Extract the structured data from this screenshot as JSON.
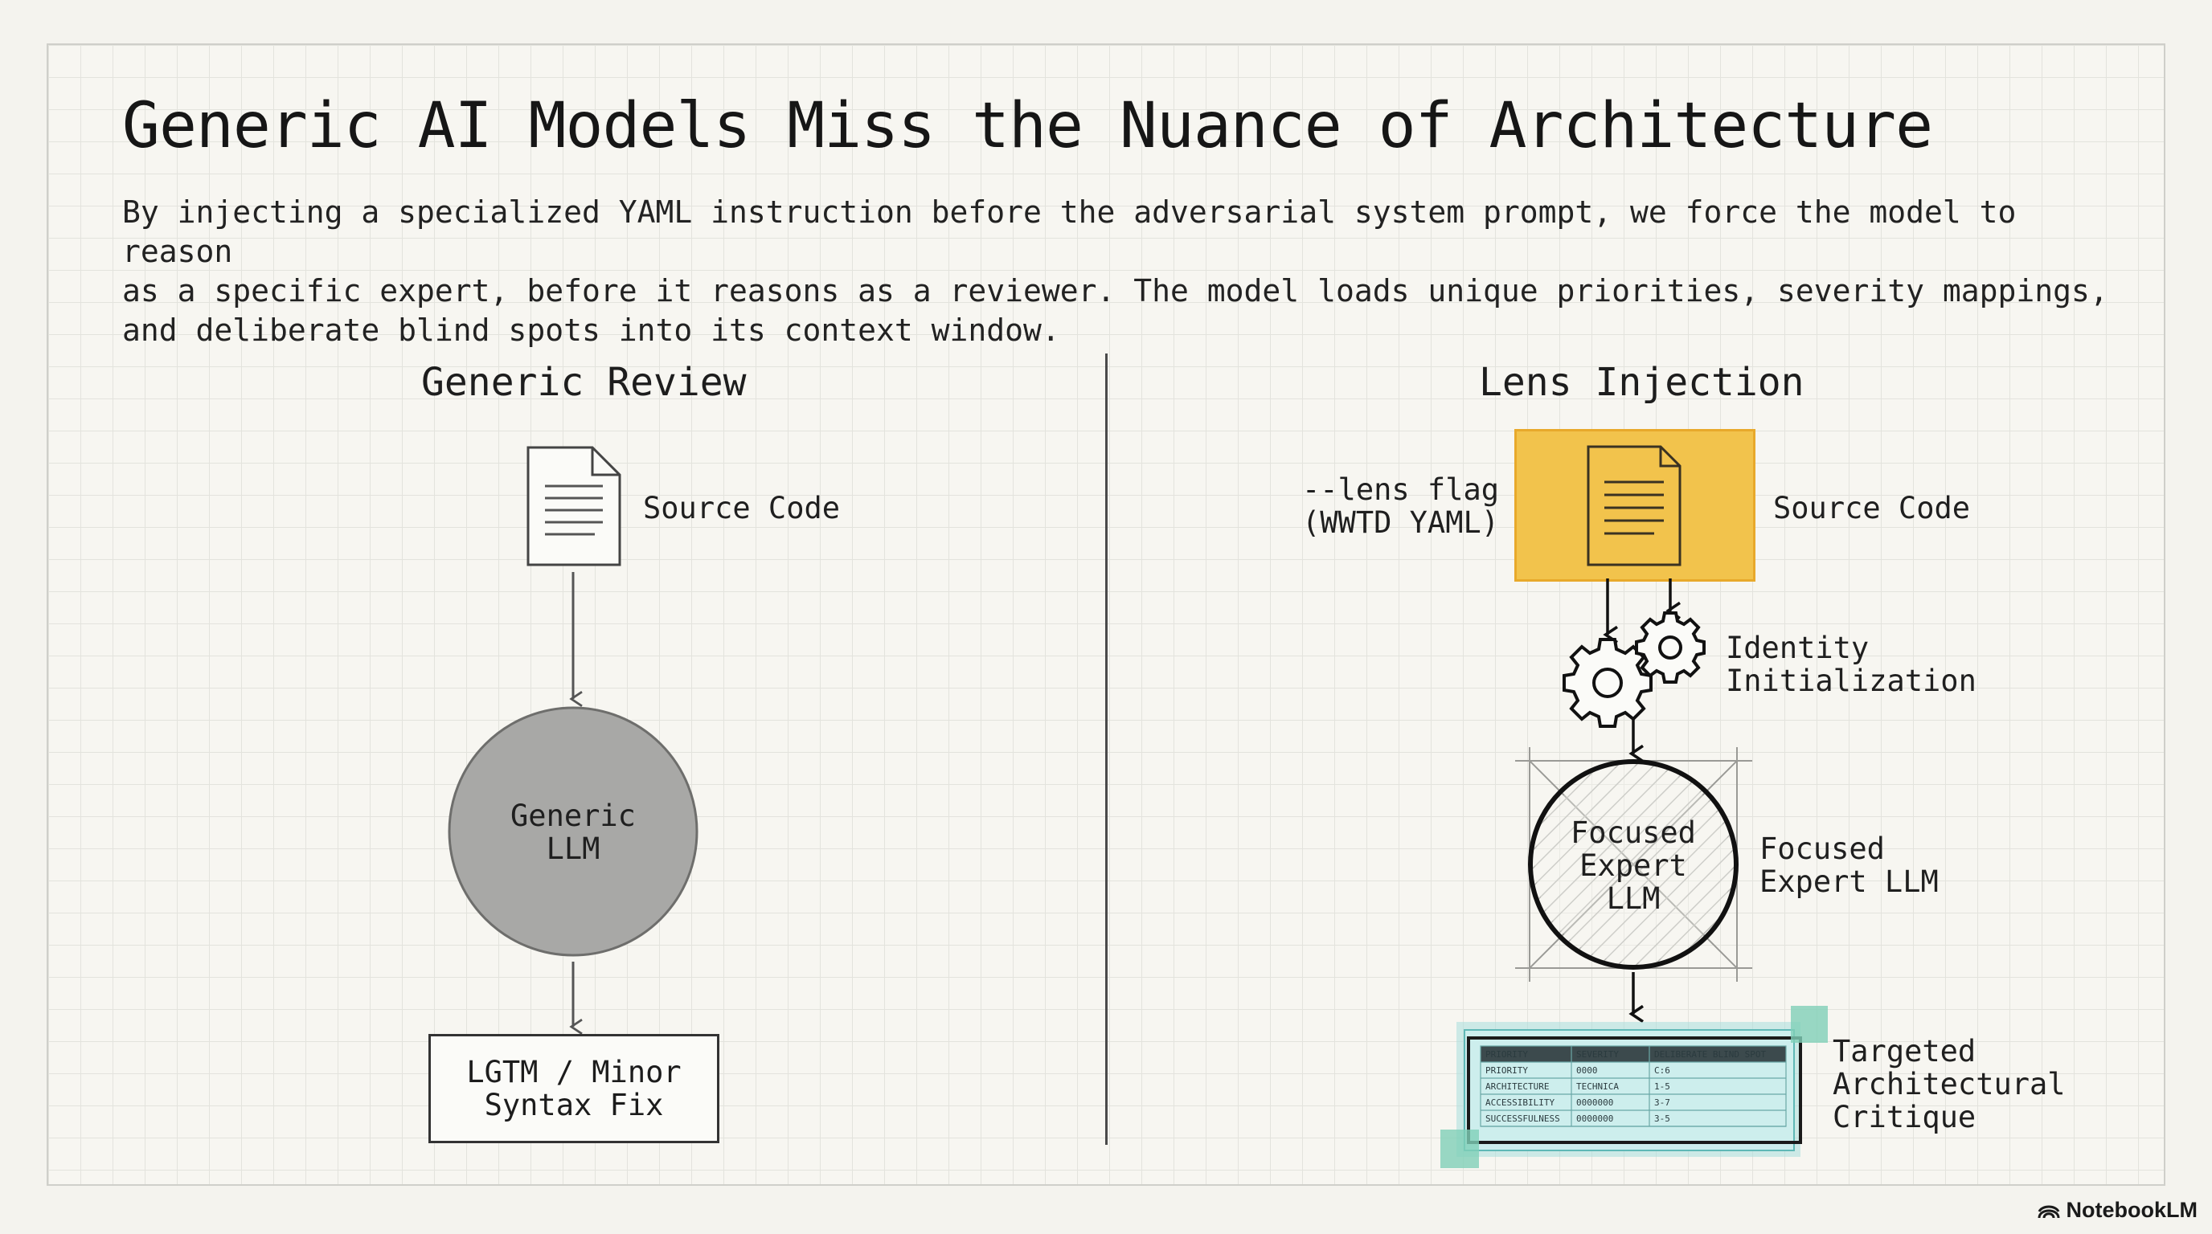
{
  "title": "Generic AI Models Miss the Nuance of Architecture",
  "subtitle": "By injecting a specialized YAML instruction before the adversarial system prompt, we force the model to reason\nas a specific expert, before it reasons as a reviewer. The model loads unique priorities, severity mappings,\nand deliberate blind spots into its context window.",
  "left": {
    "heading": "Generic Review",
    "source_label": "Source Code",
    "llm_label": "Generic\nLLM",
    "output_label": "LGTM / Minor\nSyntax Fix"
  },
  "right": {
    "heading": "Lens Injection",
    "lens_flag_label": "--lens flag\n(WWTD YAML)",
    "source_label": "Source Code",
    "identity_label": "Identity\nInitialization",
    "llm_inner_label": "Focused\nExpert\nLLM",
    "llm_side_label": "Focused\nExpert LLM",
    "critique_label": "Targeted\nArchitectural\nCritique",
    "critique_table": {
      "headers": [
        "PRIORITY",
        "SEVERITY",
        "DELIBERATE BLIND SPOT"
      ],
      "rows": [
        [
          "PRIORITY",
          "0000",
          "C:6"
        ],
        [
          "ARCHITECTURE",
          "TECHNICA",
          "1-5"
        ],
        [
          "ACCESSIBILITY",
          "0000000",
          "3-7"
        ],
        [
          "SUCCESSFULNESS",
          "0000000",
          "3-5"
        ]
      ]
    }
  },
  "brand": "NotebookLM",
  "colors": {
    "highlight": "#f2c34c",
    "critique_teal": "#8fd4d2",
    "generic_circle": "#a8a8a6"
  }
}
